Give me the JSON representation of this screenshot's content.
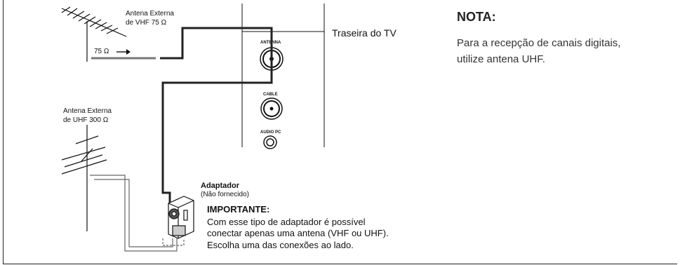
{
  "tv_back_label": "Traseira do TV",
  "vhf_antenna": {
    "line1": "Antena Externa",
    "line2": "de VHF 75 Ω",
    "cable_value": "75 Ω"
  },
  "uhf_antenna": {
    "line1": "Antena Externa",
    "line2": "de UHF 300 Ω"
  },
  "jacks": {
    "antenna": "ANTENNA",
    "cable": "CABLE",
    "audio_pc": "AUDIO PC"
  },
  "adapter": {
    "title": "Adaptador",
    "subtitle": "(Não fornecido)"
  },
  "important": {
    "title": "IMPORTANTE:",
    "lines": [
      "Com esse tipo de adaptador é possível",
      "conectar apenas uma antena (VHF ou UHF).",
      "Escolha uma das conexões ao lado."
    ]
  },
  "note": {
    "title": "NOTA:",
    "lines": [
      "Para a recepção de canais digitais,",
      "utilize antena UHF."
    ]
  }
}
